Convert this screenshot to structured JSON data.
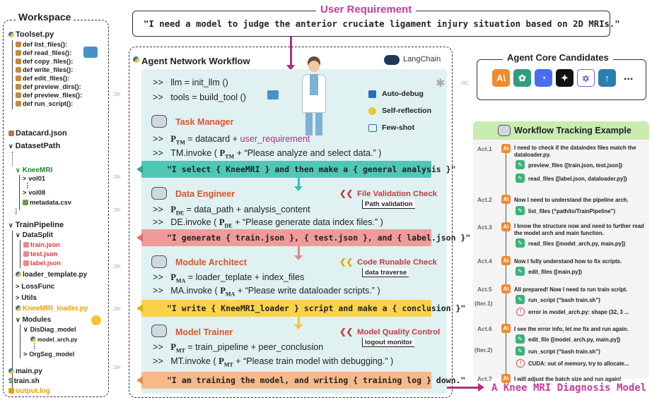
{
  "workspace": {
    "title": "Workspace",
    "toolset": "Toolset.py",
    "defs": [
      "def list_files():",
      "def read_files():",
      "def copy_files():",
      "def write_files():",
      "def edit_files():",
      "def preview_dirs():",
      "def preview_files():",
      "def run_script():"
    ],
    "datacard": "Datacard.json",
    "datasetpath": "DatasetPath",
    "kneemri": "KneeMRI",
    "vol01": "vol01",
    "vol08": "vol08",
    "metadata": "metadata.csv",
    "trainpipeline": "TrainPipeline",
    "datasplit": "DataSplit",
    "train_json": "train.json",
    "test_json": "test.json",
    "label_json": "label.json",
    "loader_template": "loader_template.py",
    "lossfunc": "LossFunc",
    "utils": "Utils",
    "kneemri_loader": "KneeMRI_loader.py",
    "modules": "Modules",
    "disdiag": "DisDiag_model",
    "model_arch": "model_arch.py",
    "orgseg": "OrgSeg_model",
    "main_py": "main.py",
    "train_sh": "train.sh",
    "output_log": "output.log"
  },
  "user_requirement": {
    "title": "User Requirement",
    "text": "\"I need a model to judge the anterior cruciate ligament injury situation based on 2D MRIs.\""
  },
  "agent_network": {
    "title": "Agent Network Workflow",
    "langchain": "LangChain",
    "llm_line": "llm = init_llm ()",
    "tools_line": "tools = build_tool ()",
    "prompt": ">>",
    "features": [
      "Auto-debug",
      "Self-reflection",
      "Few-shot"
    ],
    "agents": [
      {
        "name": "Task Manager",
        "p": "P",
        "sub": "TM",
        "assign": " = datacard + ",
        "assign_hl": "user_requirement",
        "invoke_pre": "TM.invoke ( ",
        "invoke_post": " + “Please analyze and select data.” )",
        "output": "\"I select { KneeMRI } and then make a { general analysis }\"",
        "check": "",
        "check_sub": ""
      },
      {
        "name": "Data Engineer",
        "p": "P",
        "sub": "DE",
        "assign": " = data_path + analysis_content",
        "assign_hl": "",
        "invoke_pre": "DE.invoke ( ",
        "invoke_post": " + “Please generate data index files.” )",
        "output": "\"I generate { train.json }, { test.json }, and { label.json }\"",
        "check": "File Validation Check",
        "check_sub": "Path validation"
      },
      {
        "name": "Module Architect",
        "p": "P",
        "sub": "MA",
        "assign": " = loader_teplate + index_files",
        "assign_hl": "",
        "invoke_pre": "MA.invoke ( ",
        "invoke_post": " + “Please write dataloader scripts.” )",
        "output": "\"I write { KneeMRI_loader } script and make a { conclusion }\"",
        "check": "Code Runable Check",
        "check_sub": "data traverse"
      },
      {
        "name": "Model Trainer",
        "p": "P",
        "sub": "MT",
        "assign": " = train_pipeline + peer_conclusion",
        "assign_hl": "",
        "invoke_pre": "MT.invoke ( ",
        "invoke_post": " + “Please train model with debugging.” )",
        "output": "\"I am training the model, and writing { training log } down.\"",
        "check": "Model Quality Control",
        "check_sub": "logout monitor"
      }
    ]
  },
  "candidates": {
    "title": "Agent Core Candidates",
    "ellipsis": "..."
  },
  "tracking": {
    "title": "Workflow Tracking Example",
    "acts": [
      {
        "label": "Act.1",
        "msg": "I need to check if the dataindex files match the dataloader.py.",
        "tools": [
          "preview_files ([train.json, test.json])",
          "read_files ([label.json, dataloader.py])"
        ]
      },
      {
        "label": "Act.2",
        "msg": "Now I need to understand the pipeline arch.",
        "tools": [
          "list_files (“path/to/TrainPipeline”)"
        ]
      },
      {
        "label": "Act.3",
        "msg": "I know the structure now and need to further read the model arch and main function.",
        "tools": [
          "read_files ([model_arch.py, main.py])"
        ]
      },
      {
        "label": "Act.4",
        "msg": "Now I fully understand how to fix scripts.",
        "tools": [
          "edit_files ([main.py])"
        ]
      },
      {
        "label": "Act.5",
        "iter": "(Iter.1)",
        "msg": "All prepared! Now I need to run train script.",
        "tools": [
          "run_script (“bash train.sh”)"
        ],
        "error": "error in model_arch.py: shape (32, 3 ..."
      },
      {
        "label": "Act.6",
        "iter": "(Iter.2)",
        "msg": "I see the error info, let me fix and run again.",
        "tools": [
          "edit_file ([model_arch.py, main.py])",
          "run_script (“bash train.sh”)"
        ],
        "error": "CUDA: out of memory, try to allocate..."
      },
      {
        "label": "Act.7",
        "msg": "I will adjust the batch size and run again!",
        "tools": []
      }
    ]
  },
  "final_output": "A Knee MRI Diagnosis Model"
}
